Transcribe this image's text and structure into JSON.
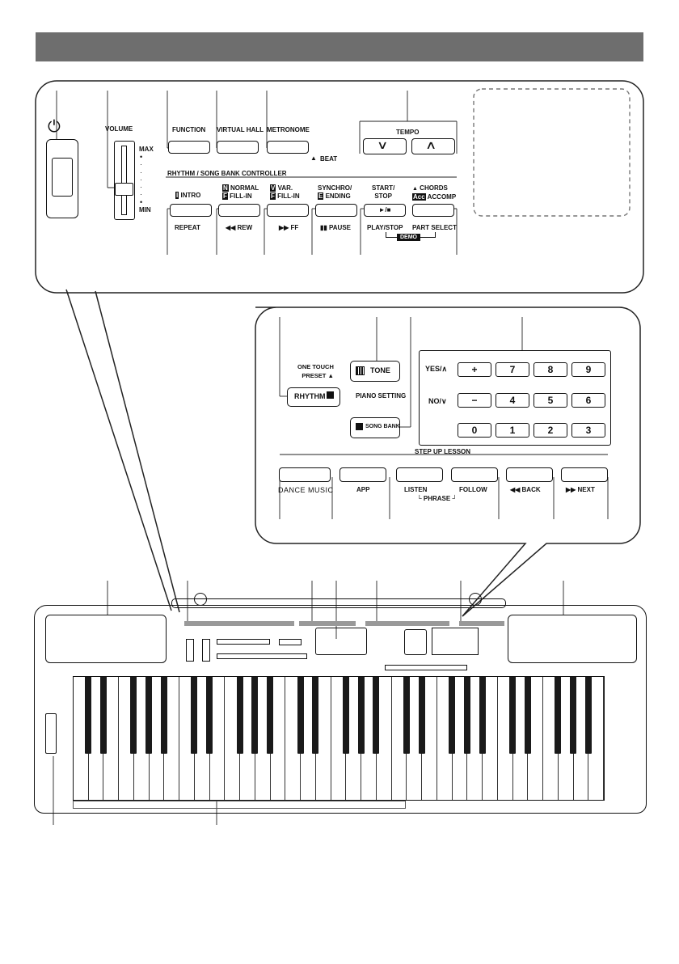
{
  "header": {
    "color": "#6e6e6e"
  },
  "top_panel": {
    "power_icon": "⏻",
    "volume": "VOLUME",
    "max": "MAX",
    "min": "MIN",
    "function": "FUNCTION",
    "virtual_hall": "VIRTUAL HALL",
    "metronome": "METRONOME",
    "beat": "BEAT",
    "tempo": "TEMPO",
    "rhythm_controller": "RHYTHM / SONG BANK CONTROLLER",
    "intro": "INTRO",
    "intro_letter": "I",
    "normal": "NORMAL",
    "normal_letter": "N",
    "fill_in": "FILL-IN",
    "fill_letter": "F",
    "var": "VAR.",
    "var_letter": "V",
    "synchro": "SYNCHRO/",
    "ending": "ENDING",
    "ending_letter": "E",
    "start": "START/",
    "stop": "STOP",
    "play_symbol": "►/■",
    "chords": "CHORDS",
    "accomp": "ACCOMP",
    "accomp_letter": "Acc",
    "repeat": "REPEAT",
    "rew": "REW",
    "ff": "FF",
    "pause": "PAUSE",
    "play_stop": "PLAY/STOP",
    "part_select": "PART SELECT",
    "demo": "DEMO"
  },
  "mid_panel": {
    "tone": "TONE",
    "one_touch": "ONE TOUCH",
    "preset": "PRESET",
    "rhythm": "RHYTHM",
    "piano_setting": "PIANO SETTING",
    "song_bank": "SONG BANK",
    "yes": "YES/∧",
    "no": "NO/∨",
    "plus": "+",
    "minus": "−",
    "digits_row1": [
      "7",
      "8",
      "9"
    ],
    "digits_row2": [
      "4",
      "5",
      "6"
    ],
    "digits_row3": [
      "0",
      "1",
      "2",
      "3"
    ],
    "step_up_lesson": "STEP UP LESSON",
    "dance_music": "DANCE MUSIC",
    "app": "APP",
    "listen": "LISTEN",
    "follow": "FOLLOW",
    "phrase": "PHRASE",
    "back": "BACK",
    "next": "NEXT"
  }
}
